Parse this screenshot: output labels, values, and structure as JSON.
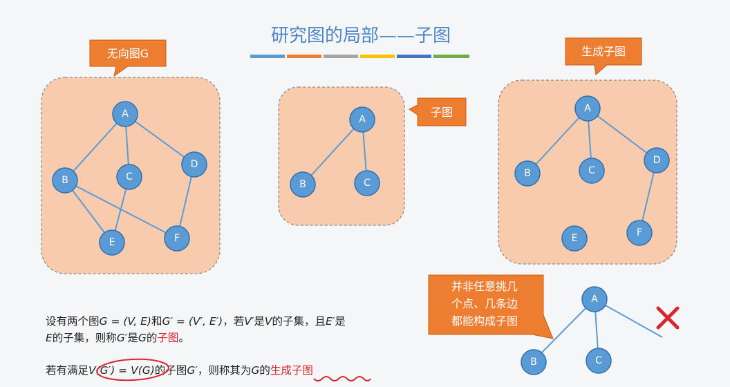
{
  "title": "研究图的局部——子图",
  "title_bar_colors": [
    "#5b9bd5",
    "#ed7d31",
    "#a5a5a5",
    "#ffc000",
    "#4472c4",
    "#70ad47"
  ],
  "accent_colors": {
    "node": "#5b9bd5",
    "region": "#f8cbad",
    "callout": "#ed7d31",
    "highlight": "#d9262c"
  },
  "callouts": {
    "undirected": "无向图G",
    "subgraph": "子图",
    "spanning": "生成子图",
    "note": [
      "并非任意挑几",
      "个点、几条边",
      "都能构成子图"
    ]
  },
  "graph_g": {
    "nodes": [
      "A",
      "B",
      "C",
      "D",
      "E",
      "F"
    ]
  },
  "graph_sub": {
    "nodes": [
      "A",
      "B",
      "C"
    ]
  },
  "graph_span": {
    "nodes": [
      "A",
      "B",
      "C",
      "D",
      "E",
      "F"
    ]
  },
  "graph_invalid": {
    "nodes": [
      "A",
      "B",
      "C"
    ]
  },
  "invalid_mark_icon": "cross-icon",
  "text": {
    "p1_a": "设有两个图",
    "p1_g_def": "G = (V, E)",
    "p1_and": "和",
    "p1_gp_def": "G′ = (V′, E′)",
    "p1_b": "，若",
    "p1_vp": "V′",
    "p1_is": "是",
    "p1_v": "V",
    "p1_c": "的子集，且",
    "p1_ep": "E′",
    "p1_is2": "是",
    "p2_e": "E",
    "p2_a": "的子集，则称",
    "p2_gp": "G′",
    "p2_is": "是",
    "p2_g": "G",
    "p2_of": "的",
    "p2_sub": "子图",
    "p2_end": "。",
    "p3_a": "若有满足",
    "p3_cond": "V(G′) = V(G)",
    "p3_b": "的子图",
    "p3_gp": "G′",
    "p3_c": "，则称其为",
    "p3_g": "G",
    "p3_of": "的",
    "p3_span": "生成子图"
  }
}
